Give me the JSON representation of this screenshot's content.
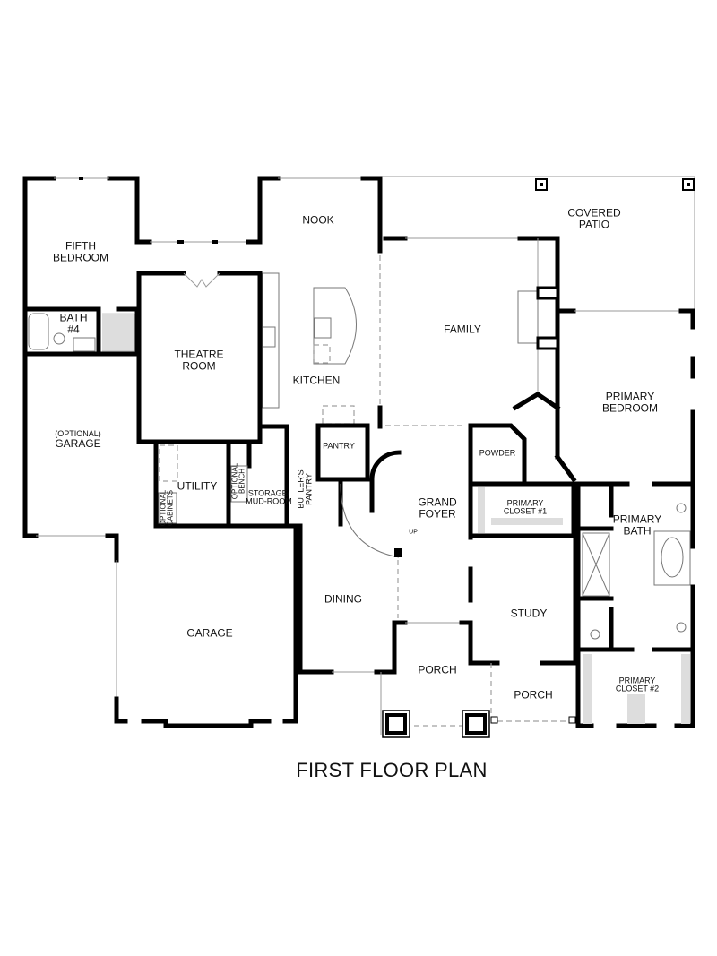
{
  "title": "FIRST FLOOR PLAN",
  "rooms": {
    "fifth_bedroom": {
      "line1": "FIFTH",
      "line2": "BEDROOM"
    },
    "bath4": {
      "line1": "BATH",
      "line2": "#4"
    },
    "theatre": {
      "line1": "THEATRE",
      "line2": "ROOM"
    },
    "nook": {
      "label": "NOOK"
    },
    "kitchen": {
      "label": "KITCHEN"
    },
    "covered_patio": {
      "line1": "COVERED",
      "line2": "PATIO"
    },
    "family": {
      "label": "FAMILY"
    },
    "primary_bedroom": {
      "line1": "PRIMARY",
      "line2": "BEDROOM"
    },
    "optional_garage": {
      "line1": "(OPTIONAL)",
      "line2": "GARAGE"
    },
    "utility": {
      "label": "UTILITY"
    },
    "optional_cabinets": {
      "line1": "OPTIONAL",
      "line2": "CABINETS"
    },
    "optional_bench": {
      "line1": "OPTIONAL",
      "line2": "BENCH"
    },
    "storage": {
      "line1": "STORAGE/",
      "line2": "MUD-ROOM"
    },
    "butlers_pantry": {
      "line1": "BUTLER'S",
      "line2": "PANTRY"
    },
    "pantry": {
      "label": "PANTRY"
    },
    "powder": {
      "label": "POWDER"
    },
    "grand_foyer": {
      "line1": "GRAND",
      "line2": "FOYER"
    },
    "stair_up": {
      "label": "UP"
    },
    "primary_closet1": {
      "line1": "PRIMARY",
      "line2": "CLOSET #1"
    },
    "primary_bath": {
      "line1": "PRIMARY",
      "line2": "BATH"
    },
    "dining": {
      "label": "DINING"
    },
    "study": {
      "label": "STUDY"
    },
    "garage": {
      "label": "GARAGE"
    },
    "porch_main": {
      "label": "PORCH"
    },
    "porch_side": {
      "label": "PORCH"
    },
    "primary_closet2": {
      "line1": "PRIMARY",
      "line2": "CLOSET #2"
    }
  }
}
